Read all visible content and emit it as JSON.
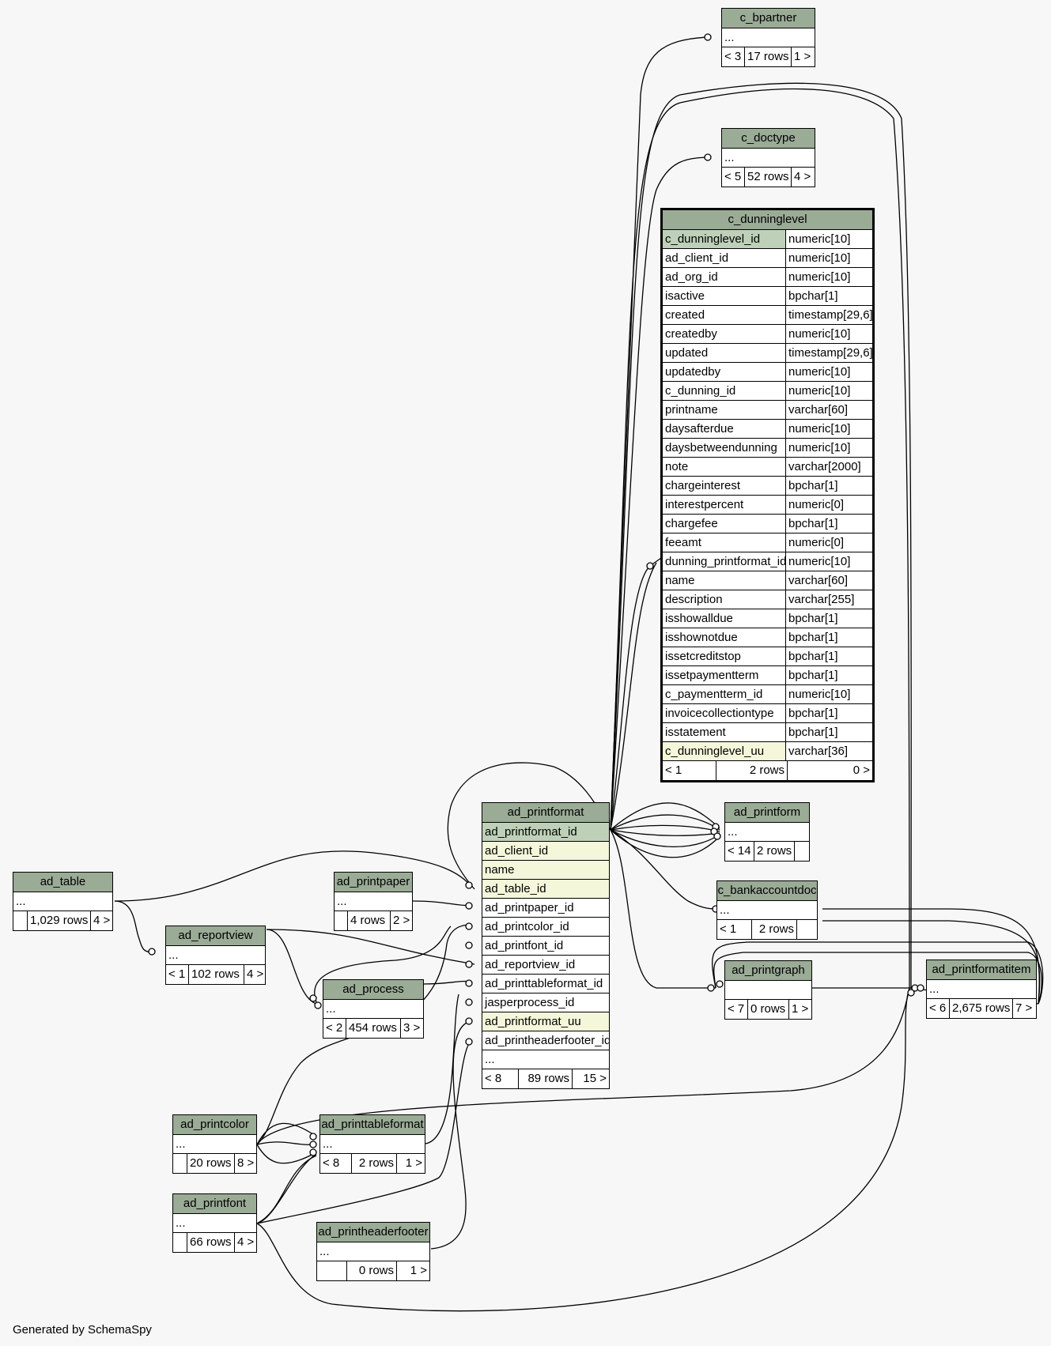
{
  "footer": "Generated by SchemaSpy",
  "tables": {
    "c_bpartner": {
      "name": "c_bpartner",
      "ellipsis": "...",
      "foot": [
        "< 3",
        "17 rows",
        "1 >"
      ]
    },
    "c_doctype": {
      "name": "c_doctype",
      "ellipsis": "...",
      "foot": [
        "< 5",
        "52 rows",
        "4 >"
      ]
    },
    "ad_printform": {
      "name": "ad_printform",
      "ellipsis": "...",
      "foot": [
        "< 14",
        "2 rows",
        ""
      ]
    },
    "c_bankaccountdoc": {
      "name": "c_bankaccountdoc",
      "ellipsis": "...",
      "foot": [
        "< 1",
        "2 rows",
        ""
      ]
    },
    "ad_printgraph": {
      "name": "ad_printgraph",
      "ellipsis": "",
      "foot": [
        "< 7",
        "0 rows",
        "1 >"
      ]
    },
    "ad_printformatitem": {
      "name": "ad_printformatitem",
      "ellipsis": "...",
      "foot": [
        "< 6",
        "2,675 rows",
        "7 >"
      ]
    },
    "ad_table": {
      "name": "ad_table",
      "ellipsis": "...",
      "foot": [
        "",
        "1,029 rows",
        "4 >"
      ]
    },
    "ad_reportview": {
      "name": "ad_reportview",
      "ellipsis": "...",
      "foot": [
        "< 1",
        "102 rows",
        "4 >"
      ]
    },
    "ad_printpaper": {
      "name": "ad_printpaper",
      "ellipsis": "...",
      "foot": [
        "",
        "4 rows",
        "2 >"
      ]
    },
    "ad_process": {
      "name": "ad_process",
      "ellipsis": "...",
      "foot": [
        "< 2",
        "454 rows",
        "3 >"
      ]
    },
    "ad_printcolor": {
      "name": "ad_printcolor",
      "ellipsis": "...",
      "foot": [
        "",
        "20 rows",
        "8 >"
      ]
    },
    "ad_printtableformat": {
      "name": "ad_printtableformat",
      "ellipsis": "...",
      "foot": [
        "< 8",
        "2 rows",
        "1 >"
      ]
    },
    "ad_printfont": {
      "name": "ad_printfont",
      "ellipsis": "...",
      "foot": [
        "",
        "66 rows",
        "4 >"
      ]
    },
    "ad_printheaderfooter": {
      "name": "ad_printheaderfooter",
      "ellipsis": "...",
      "foot": [
        "",
        "0 rows",
        "1 >"
      ]
    }
  },
  "ad_printformat": {
    "name": "ad_printformat",
    "columns": [
      "ad_printformat_id",
      "ad_client_id",
      "name",
      "ad_table_id",
      "ad_printpaper_id",
      "ad_printcolor_id",
      "ad_printfont_id",
      "ad_reportview_id",
      "ad_printtableformat_id",
      "jasperprocess_id",
      "ad_printformat_uu",
      "ad_printheaderfooter_id",
      "..."
    ],
    "foot": [
      "< 8",
      "89 rows",
      "15 >"
    ]
  },
  "c_dunninglevel": {
    "name": "c_dunninglevel",
    "columns": [
      [
        "c_dunninglevel_id",
        "numeric[10]"
      ],
      [
        "ad_client_id",
        "numeric[10]"
      ],
      [
        "ad_org_id",
        "numeric[10]"
      ],
      [
        "isactive",
        "bpchar[1]"
      ],
      [
        "created",
        "timestamp[29,6]"
      ],
      [
        "createdby",
        "numeric[10]"
      ],
      [
        "updated",
        "timestamp[29,6]"
      ],
      [
        "updatedby",
        "numeric[10]"
      ],
      [
        "c_dunning_id",
        "numeric[10]"
      ],
      [
        "printname",
        "varchar[60]"
      ],
      [
        "daysafterdue",
        "numeric[10]"
      ],
      [
        "daysbetweendunning",
        "numeric[10]"
      ],
      [
        "note",
        "varchar[2000]"
      ],
      [
        "chargeinterest",
        "bpchar[1]"
      ],
      [
        "interestpercent",
        "numeric[0]"
      ],
      [
        "chargefee",
        "bpchar[1]"
      ],
      [
        "feeamt",
        "numeric[0]"
      ],
      [
        "dunning_printformat_id",
        "numeric[10]"
      ],
      [
        "name",
        "varchar[60]"
      ],
      [
        "description",
        "varchar[255]"
      ],
      [
        "isshowalldue",
        "bpchar[1]"
      ],
      [
        "isshownotdue",
        "bpchar[1]"
      ],
      [
        "issetcreditstop",
        "bpchar[1]"
      ],
      [
        "issetpaymentterm",
        "bpchar[1]"
      ],
      [
        "c_paymentterm_id",
        "numeric[10]"
      ],
      [
        "invoicecollectiontype",
        "bpchar[1]"
      ],
      [
        "isstatement",
        "bpchar[1]"
      ],
      [
        "c_dunninglevel_uu",
        "varchar[36]"
      ]
    ],
    "foot": [
      "< 1",
      "2 rows",
      "0 >"
    ]
  },
  "colors": {
    "header": "#9aab96",
    "primary_key": "#bed1b8",
    "indexed": "#f4f7da",
    "background": "#f7f7f7"
  }
}
